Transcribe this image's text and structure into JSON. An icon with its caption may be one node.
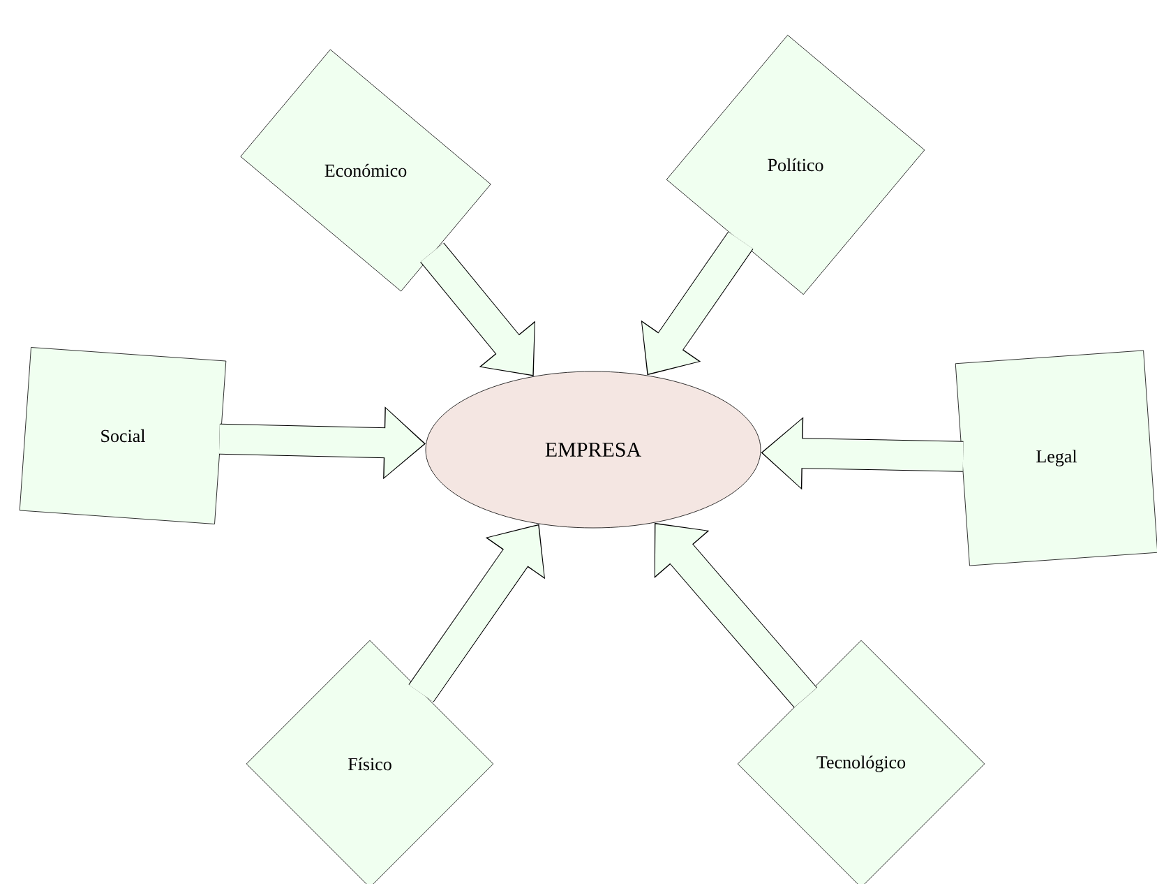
{
  "diagram": {
    "nodes": [
      {
        "text": [
          "EMPRESA"
        ]
      },
      {
        "text": [
          "Económico"
        ]
      },
      {
        "text": [
          "Político"
        ]
      },
      {
        "text": [
          "Social"
        ]
      },
      {
        "text": [
          "Legal"
        ]
      },
      {
        "text": [
          "Físico"
        ]
      },
      {
        "text": [
          "Tecnológico"
        ]
      }
    ],
    "edges": [
      {
        "from": 1,
        "to": 0,
        "arrow": "to"
      },
      {
        "from": 2,
        "to": 0,
        "arrow": "to"
      },
      {
        "from": 3,
        "to": 0,
        "arrow": "to"
      },
      {
        "from": 4,
        "to": 0,
        "arrow": "to"
      },
      {
        "from": 5,
        "to": 0,
        "arrow": "to"
      },
      {
        "from": 6,
        "to": 0,
        "arrow": "to"
      }
    ]
  }
}
